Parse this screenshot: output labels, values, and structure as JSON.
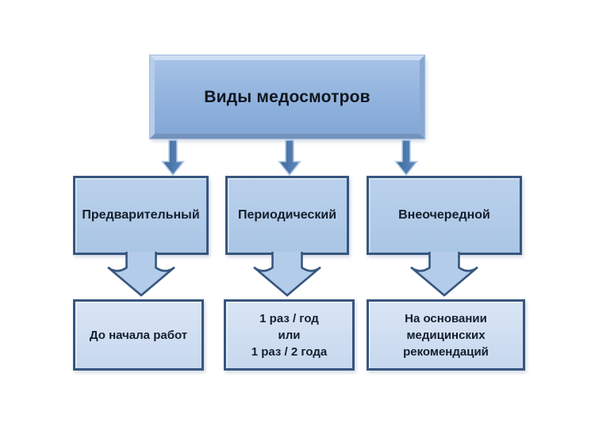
{
  "diagram": {
    "title": "Виды медосмотров",
    "branches": [
      {
        "label": "Предварительный",
        "detail": "До начала работ"
      },
      {
        "label": "Периодический",
        "detail": "1 раз / год\nили\n1 раз / 2 года"
      },
      {
        "label": "Внеочередной",
        "detail": "На основании\nмедицинских\nрекомендаций"
      }
    ],
    "colors": {
      "root_fill": "#90b2dd",
      "branch_fill": "#aac6e5",
      "leaf_fill": "#c7d8ee",
      "node_border": "#37567f",
      "connector_fill": "#4c79b0",
      "connector_outline": "#b5cbe6",
      "text": "#161e2c",
      "background": "#ffffff"
    }
  }
}
